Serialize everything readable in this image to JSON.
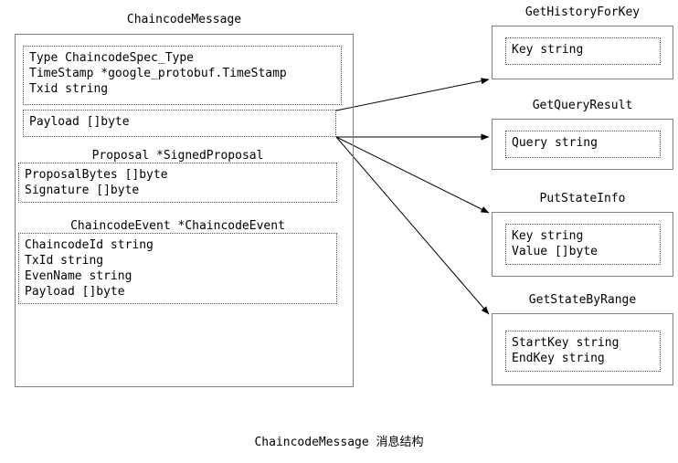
{
  "diagram": {
    "caption": "ChaincodeMessage 消息结构",
    "colors": {
      "box_border": "#808080",
      "field_border": "#555555",
      "arrow": "#000000",
      "text": "#000000",
      "background": "#ffffff"
    },
    "main_struct": {
      "title": "ChaincodeMessage",
      "groups": [
        {
          "name": "header-fields",
          "label": "",
          "fields": [
            "Type ChaincodeSpec_Type",
            "TimeStamp *google_protobuf.TimeStamp",
            "Txid string"
          ]
        },
        {
          "name": "payload-field",
          "label": "",
          "fields": [
            "Payload []byte"
          ]
        },
        {
          "name": "proposal-fields",
          "label": "Proposal *SignedProposal",
          "fields": [
            "ProposalBytes []byte",
            "Signature []byte"
          ]
        },
        {
          "name": "chaincode-event-fields",
          "label": "ChaincodeEvent *ChaincodeEvent",
          "fields": [
            "ChaincodeId string",
            "TxId string",
            "EvenName string",
            "Payload []byte"
          ]
        }
      ]
    },
    "targets": [
      {
        "title": "GetHistoryForKey",
        "fields": [
          "Key string"
        ]
      },
      {
        "title": "GetQueryResult",
        "fields": [
          "Query string"
        ]
      },
      {
        "title": "PutStateInfo",
        "fields": [
          "Key string",
          "Value []byte"
        ]
      },
      {
        "title": "GetStateByRange",
        "fields": [
          "StartKey string",
          "EndKey string"
        ]
      }
    ]
  }
}
